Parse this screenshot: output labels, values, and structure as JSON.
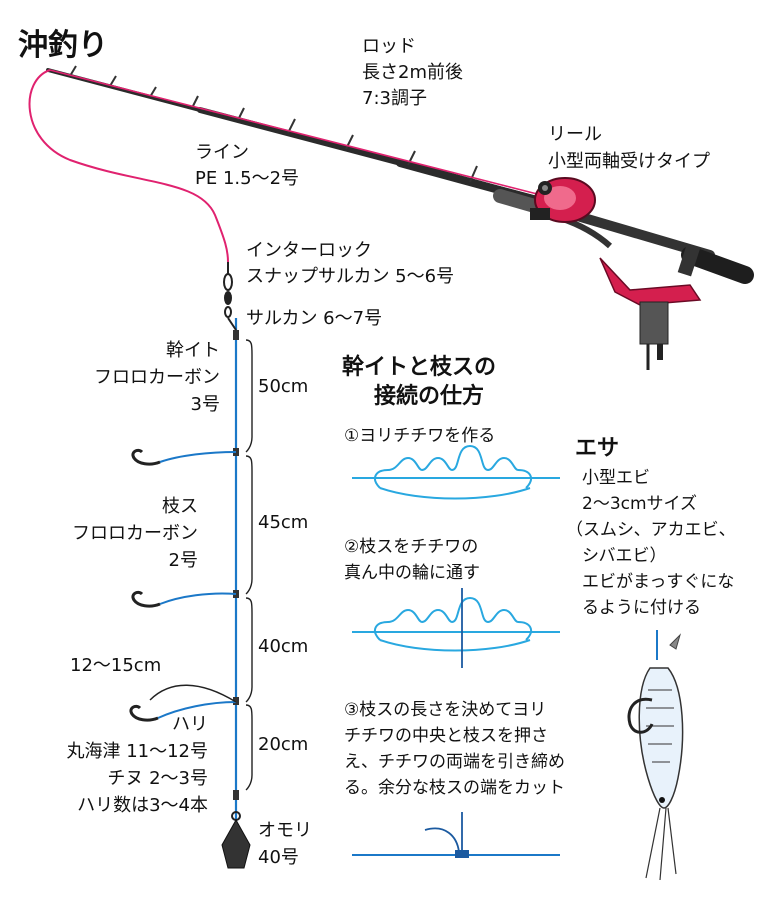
{
  "title": "沖釣り",
  "labels": {
    "rod": [
      "ロッド",
      "長さ2m前後",
      "7:3調子"
    ],
    "reel": [
      "リール",
      "小型両軸受けタイプ"
    ],
    "line": [
      "ライン",
      "PE 1.5〜2号"
    ],
    "snap": [
      "インターロック",
      "スナップサルカン 5〜6号"
    ],
    "swivel": "サルカン 6〜7号",
    "mainline": [
      "幹イト",
      "フロロカーボン",
      "3号"
    ],
    "branch": [
      "枝ス",
      "フロロカーボン",
      "2号"
    ],
    "branch_length": "12〜15cm",
    "hook": [
      "ハリ",
      "丸海津 11〜12号",
      "チヌ 2〜3号",
      "ハリ数は3〜4本"
    ],
    "sinker": [
      "オモリ",
      "40号"
    ],
    "distances": [
      "50cm",
      "45cm",
      "40cm",
      "20cm"
    ]
  },
  "method": {
    "heading": [
      "幹イトと枝スの",
      "接続の仕方"
    ],
    "step1": "①ヨリチチワを作る",
    "step2": [
      "②枝スをチチワの",
      "真ん中の輪に通す"
    ],
    "step3": [
      "③枝スの長さを決めてヨリ",
      "チチワの中央と枝スを押さ",
      "え、チチワの両端を引き締め",
      "る。余分な枝スの端をカット"
    ]
  },
  "bait": {
    "heading": "エサ",
    "lines": [
      "小型エビ",
      "2〜3cmサイズ",
      "（スムシ、アカエビ、",
      "シバエビ）",
      "エビがまっすぐにな",
      "るように付ける"
    ]
  },
  "colors": {
    "line_pink": "#e0226f",
    "leader_blue": "#1b78c8",
    "knot_blue": "#29a8e0",
    "reel_red": "#d41f4e",
    "rod_dark": "#2b2b2b"
  }
}
